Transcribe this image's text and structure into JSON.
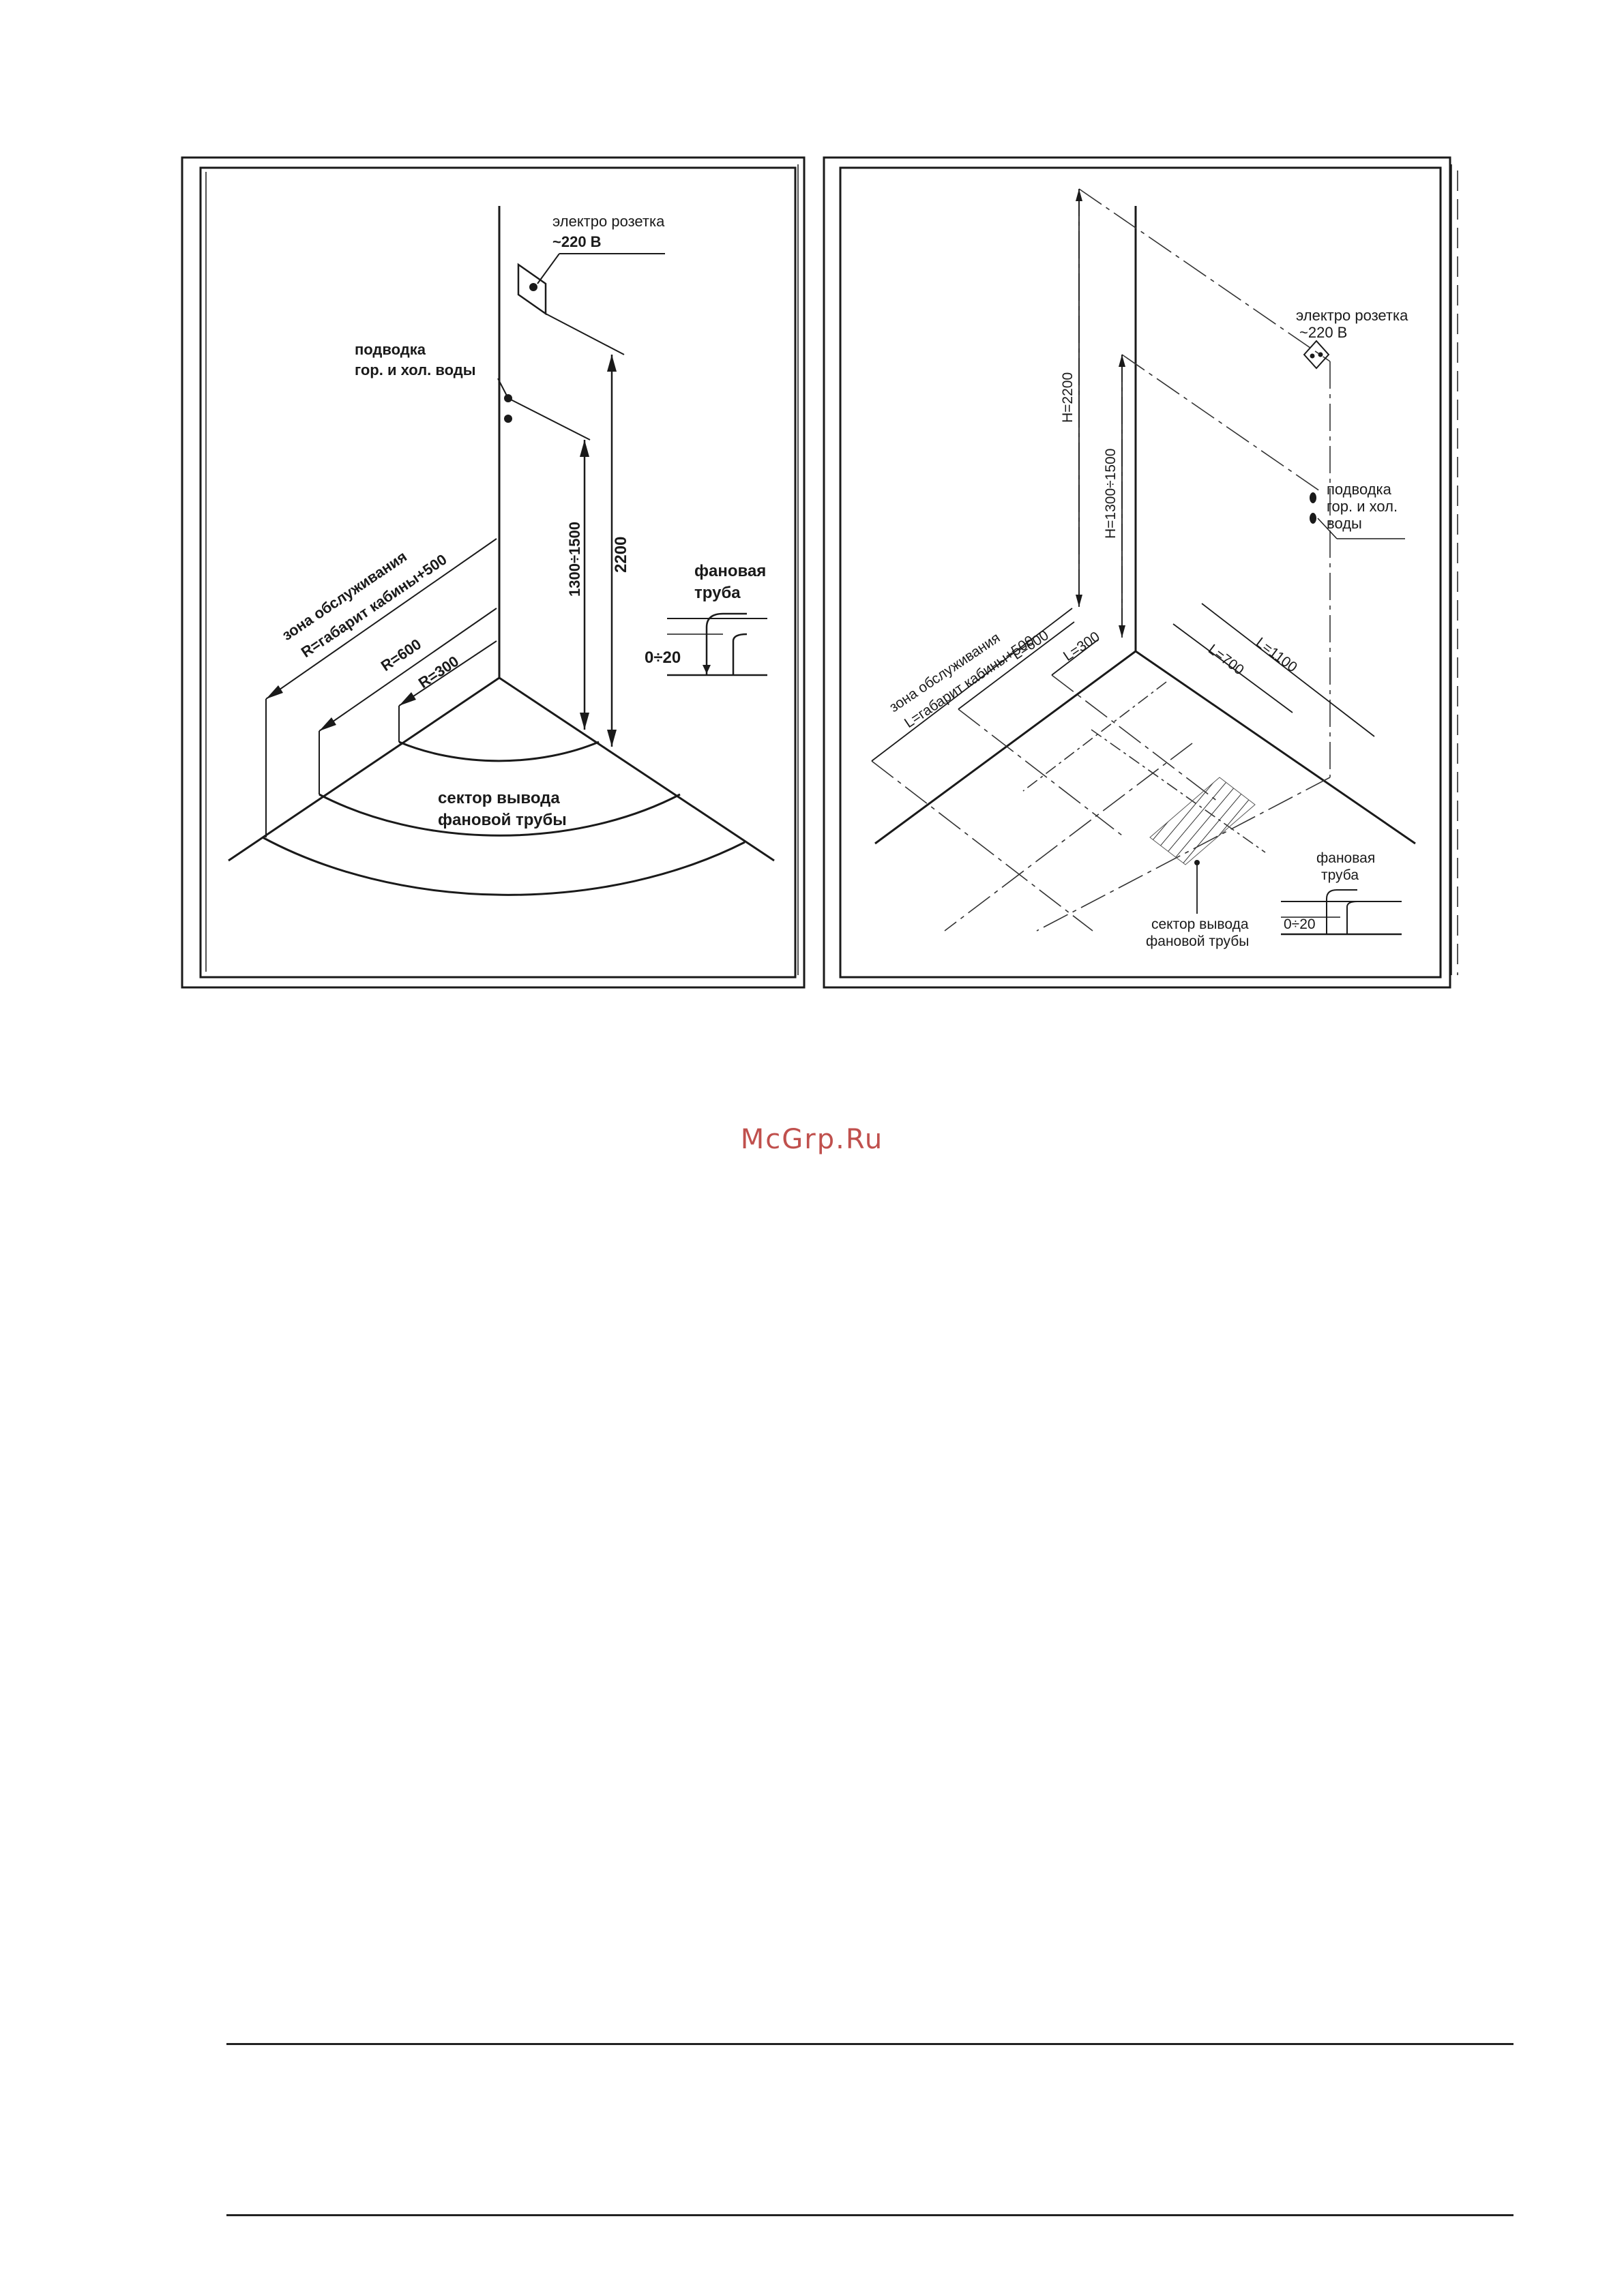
{
  "watermark": "McGrp.Ru",
  "left_diagram": {
    "outlet_label_1": "электро розетка",
    "outlet_label_2": "~220 В",
    "water_label_1": "подводка",
    "water_label_2": "гор. и хол. воды",
    "service_zone_1": "зона обслуживания",
    "service_zone_2": "R=габарит кабины+500",
    "radius_600": "R=600",
    "radius_300": "R=300",
    "height_water": "1300÷1500",
    "height_outlet": "2200",
    "drain_pipe_1": "фановая",
    "drain_pipe_2": "труба",
    "drain_offset": "0÷20",
    "sector_1": "сектор вывода",
    "sector_2": "фановой трубы"
  },
  "right_diagram": {
    "outlet_label_1": "электро розетка",
    "outlet_label_2": "~220 В",
    "water_label_1": "подводка",
    "water_label_2": "гор. и хол.",
    "water_label_3": "воды",
    "height_outlet": "H=2200",
    "height_water": "H=1300÷1500",
    "service_zone_1": "зона обслуживания",
    "service_zone_2": "L=габарит кабины+500",
    "length_600": "L=600",
    "length_300": "L=300",
    "length_700": "L=700",
    "length_1100": "L=1100",
    "drain_pipe_1": "фановая",
    "drain_pipe_2": "труба",
    "drain_offset": "0÷20",
    "sector_1": "сектор вывода",
    "sector_2": "фановой трубы"
  }
}
